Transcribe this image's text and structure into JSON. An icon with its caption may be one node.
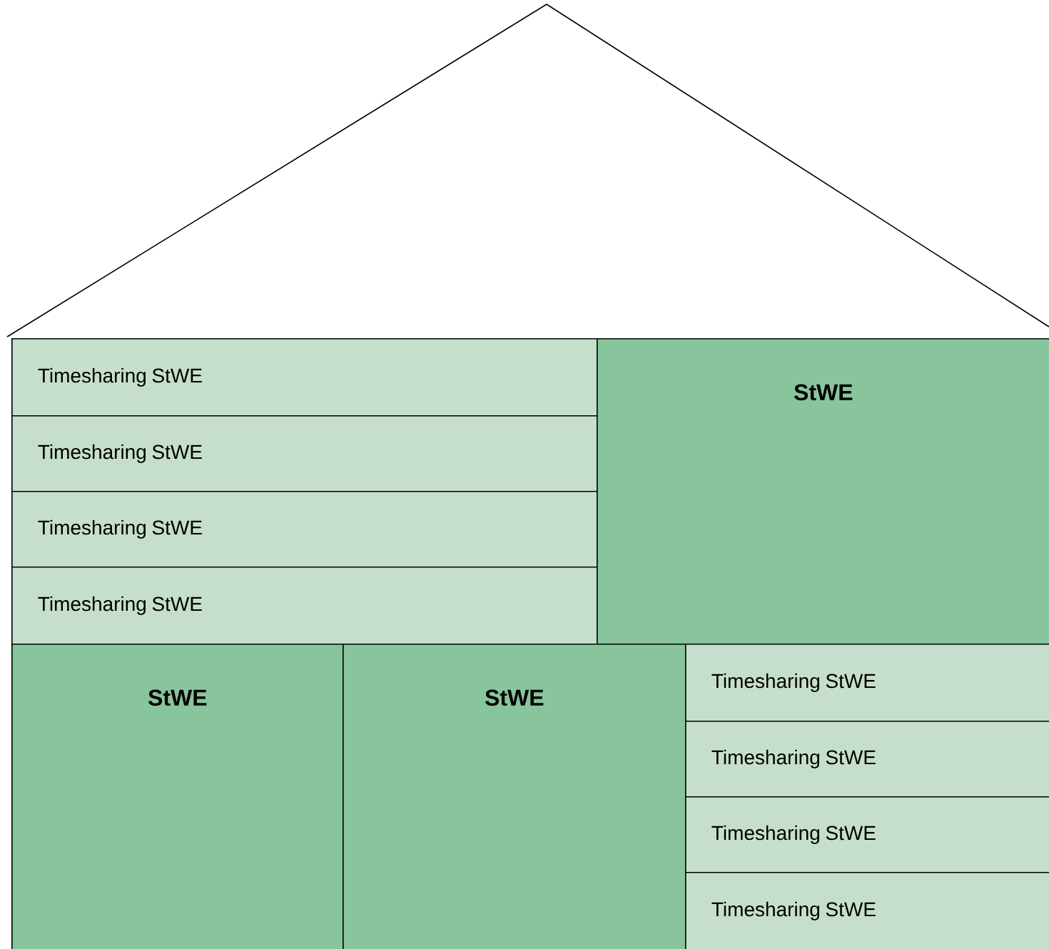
{
  "diagram": {
    "nodes": [
      {
        "text": [
          "Timesharing StWE"
        ]
      },
      {
        "text": [
          "Timesharing StWE"
        ]
      },
      {
        "text": [
          "Timesharing StWE"
        ]
      },
      {
        "text": [
          "Timesharing StWE"
        ]
      },
      {
        "text": [
          "StWE"
        ]
      },
      {
        "text": [
          "StWE"
        ]
      },
      {
        "text": [
          "StWE"
        ]
      },
      {
        "text": [
          "Timesharing StWE"
        ]
      },
      {
        "text": [
          "Timesharing StWE"
        ]
      },
      {
        "text": [
          "Timesharing StWE"
        ]
      },
      {
        "text": [
          "Timesharing StWE"
        ]
      }
    ]
  }
}
